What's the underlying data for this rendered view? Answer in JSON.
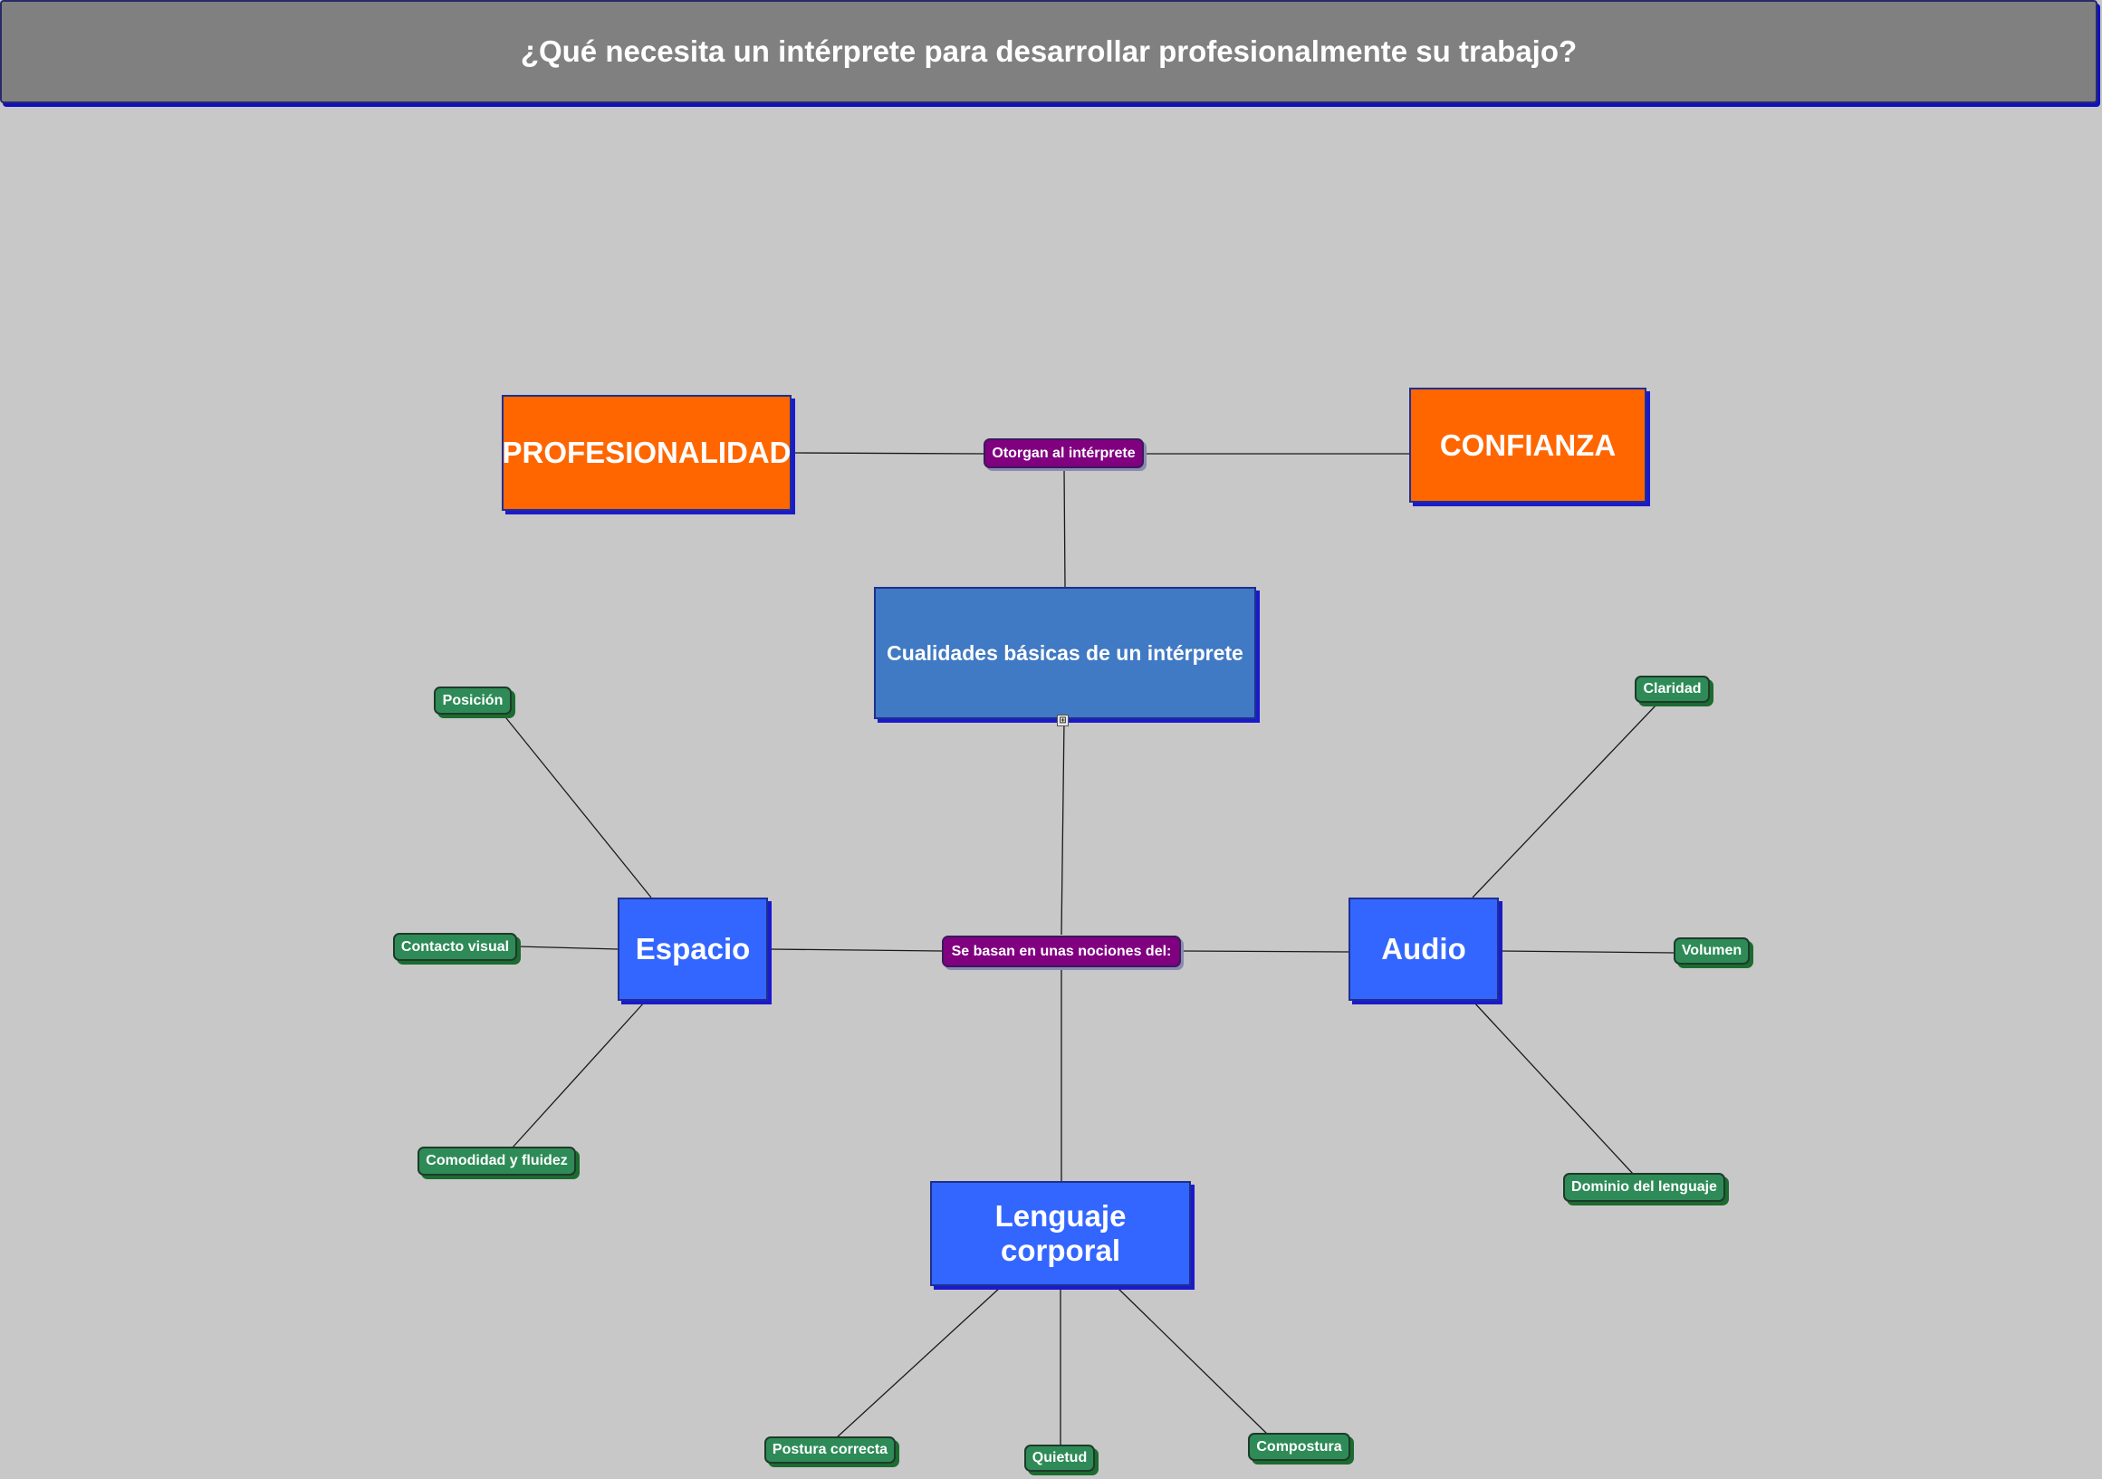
{
  "title": "¿Qué necesita un intérprete para desarrollar profesionalmente su trabajo?",
  "nodes": {
    "profesionalidad": "PROFESIONALIDAD",
    "confianza": "CONFIANZA",
    "otorgan": "Otorgan al intérprete",
    "cualidades": "Cualidades básicas de un intérprete",
    "se_basan": "Se basan en unas nociones del:",
    "espacio": "Espacio",
    "audio": "Audio",
    "lenguaje": "Lenguaje corporal",
    "posicion": "Posición",
    "contacto": "Contacto visual",
    "comodidad": "Comodidad y fluidez",
    "claridad": "Claridad",
    "volumen": "Volumen",
    "dominio": "Dominio del lenguaje",
    "postura": "Postura correcta",
    "quietud": "Quietud",
    "compostura": "Compostura"
  },
  "icons": {
    "expand": "expand-toggle-icon"
  },
  "colors": {
    "background": "#c8c8c8",
    "title_bar": "#808080",
    "orange": "#ff6600",
    "blue": "#3366ff",
    "steel_blue": "#4079c4",
    "purple": "#800080",
    "green": "#2e8b57"
  }
}
